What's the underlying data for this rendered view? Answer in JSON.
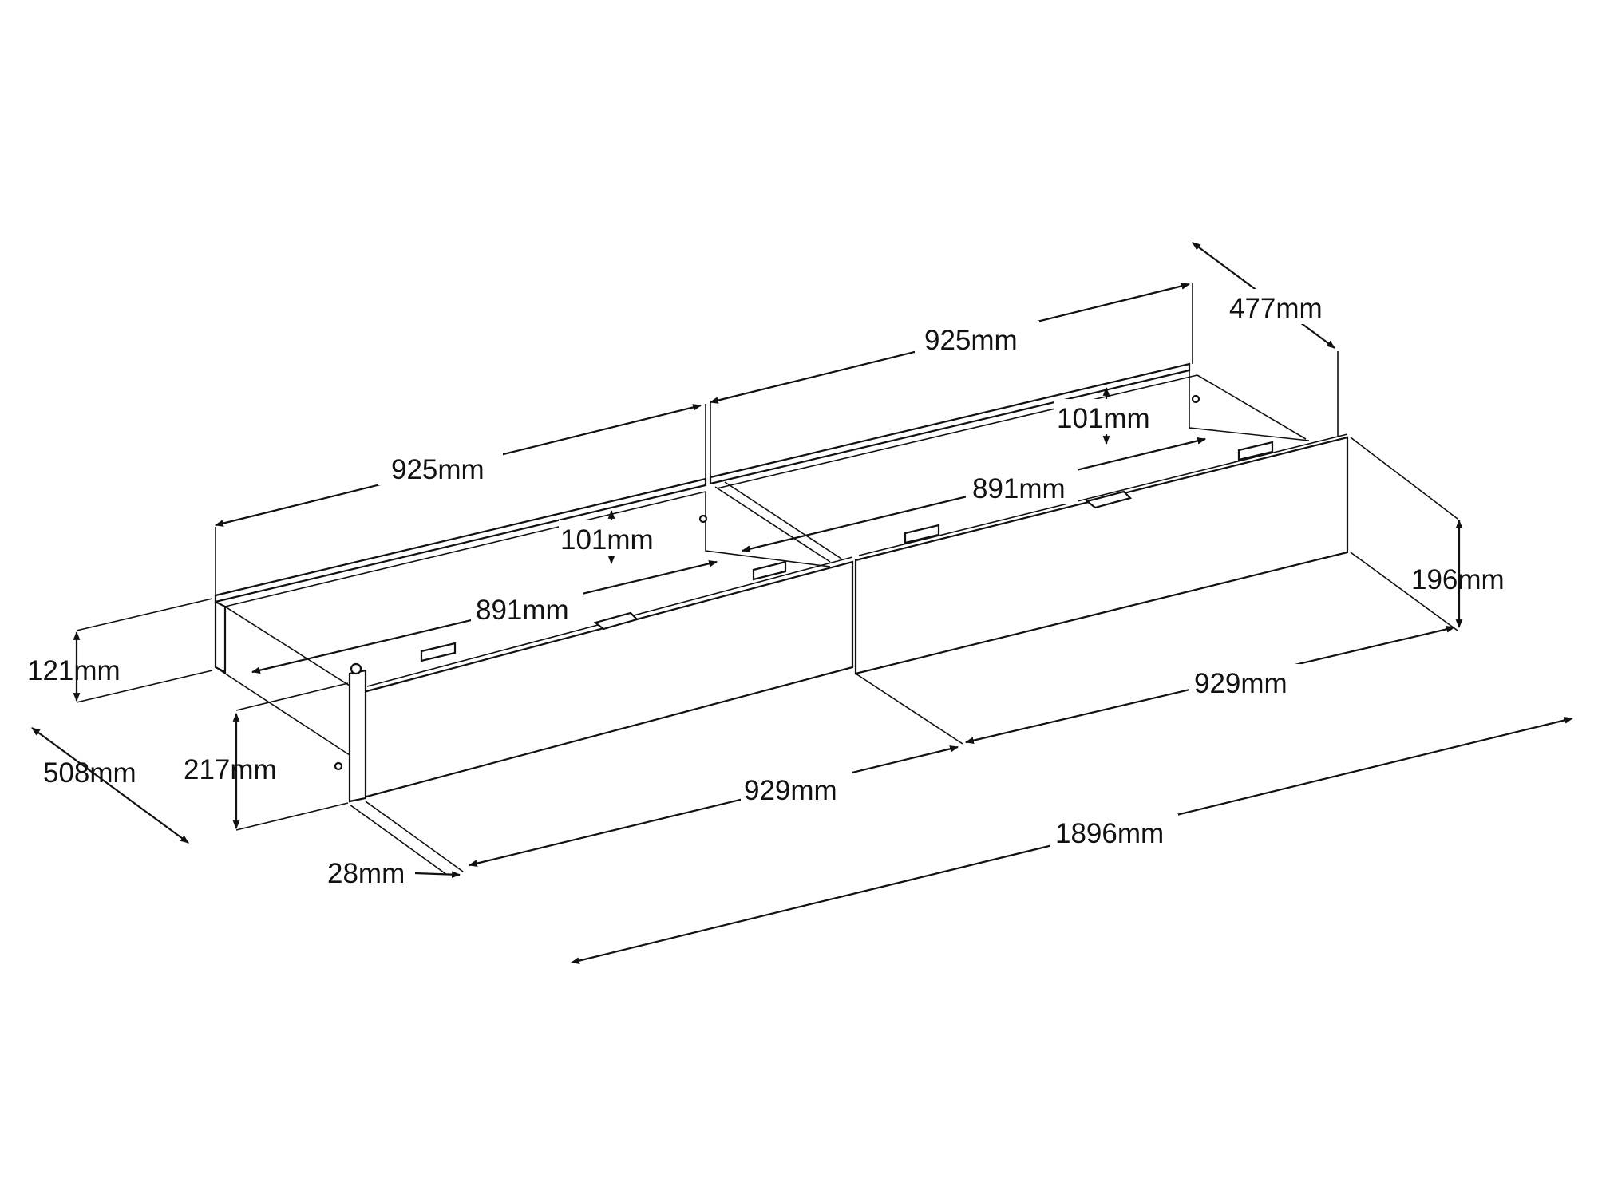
{
  "labels": {
    "width_left": "925mm",
    "width_right": "925mm",
    "depth_right": "477mm",
    "height_inner_left": "101mm",
    "height_inner_right": "101mm",
    "inner_width_left": "891mm",
    "inner_width_right": "891mm",
    "height_side": "121mm",
    "height_front_right": "196mm",
    "front_width_right": "929mm",
    "front_width_left": "929mm",
    "height_front_left": "217mm",
    "depth_left": "508mm",
    "thickness": "28mm",
    "total_width": "1896mm"
  }
}
